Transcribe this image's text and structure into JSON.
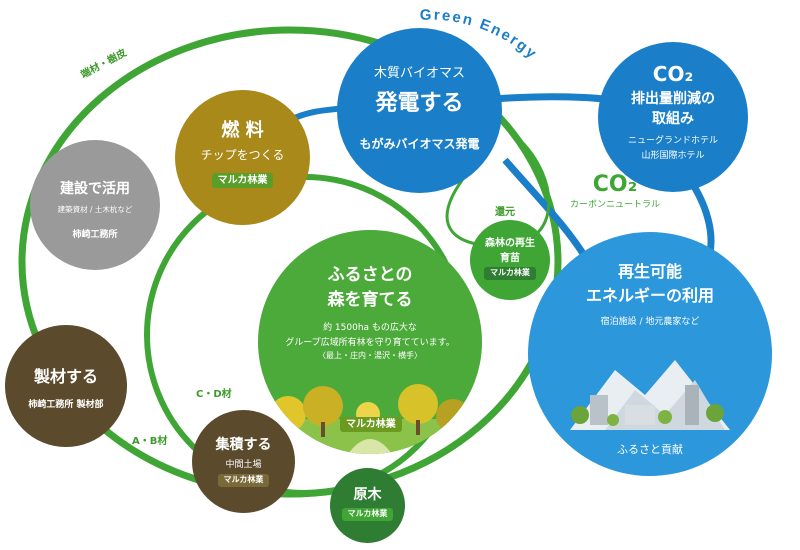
{
  "colors": {
    "green": "#3fa535",
    "dark_green": "#2f7d32",
    "blue": "#1a7fc8",
    "light_blue": "#3ba3e0",
    "olive": "#a8891a",
    "gray": "#9a9a9a",
    "brown": "#5b4b2c",
    "forest_green": "#47a23a"
  },
  "arc_label": "Green Energy",
  "biomass": {
    "line1": "木質バイオマス",
    "line2": "発電する",
    "company": "もがみバイオマス発電"
  },
  "co2_reduction": {
    "co2": "CO₂",
    "line1": "排出量削減の",
    "line2": "取組み",
    "sub1": "ニューグランドホテル",
    "sub2": "山形国際ホテル"
  },
  "neutral": {
    "co2": "CO₂",
    "text": "カーボンニュートラル"
  },
  "fuel": {
    "line1": "燃 料",
    "line2": "チップをつくる",
    "company": "マルカ林業"
  },
  "construction": {
    "title": "建設で活用",
    "sub": "建築資材 / 土木杭など",
    "company": "柿崎工務所"
  },
  "renewable": {
    "line1": "再生可能",
    "line2": "エネルギーの利用",
    "sub": "宿泊施設 / 地元農家など",
    "footer": "ふるさと貢献"
  },
  "seedling": {
    "line1": "森林の再生",
    "line2": "育苗",
    "company": "マルカ林業"
  },
  "return_label": "還元",
  "forest": {
    "line1": "ふるさとの",
    "line2": "森を育てる",
    "desc1": "約 1500ha もの広大な",
    "desc2": "グループ広域所有林を守り育てています。",
    "desc3": "〈最上・庄内・湯沢・横手〉",
    "company": "マルカ林業"
  },
  "sawmill": {
    "title": "製材する",
    "company": "柿崎工務所 製材部"
  },
  "collection": {
    "title": "集積する",
    "sub": "中間土場",
    "company": "マルカ林業"
  },
  "timber": {
    "title": "原木",
    "company": "マルカ林業"
  },
  "labels": {
    "edge": "端材・樹皮",
    "ab": "A・B材",
    "cd": "C・D材"
  }
}
